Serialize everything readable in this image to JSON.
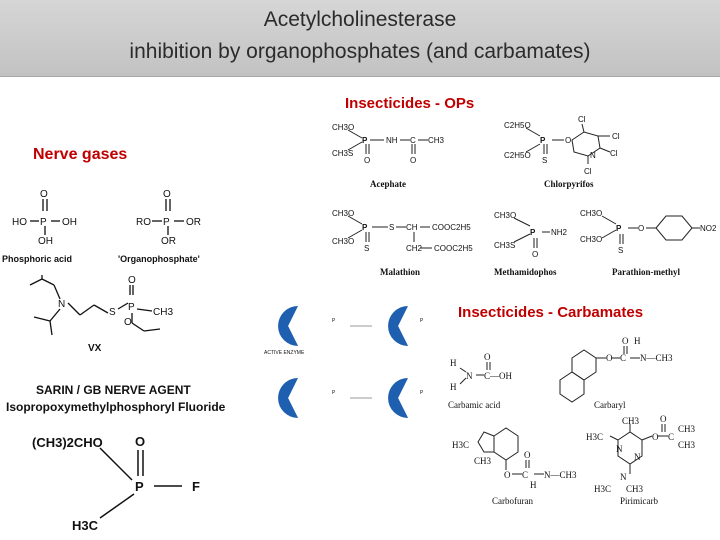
{
  "title": {
    "line1": "Acetylcholinesterase",
    "line2": "inhibition by organophosphates (and carbamates)"
  },
  "sections": {
    "ops": "Insecticides - OPs",
    "nerve": "Nerve gases",
    "carbamates": "Insecticides - Carbamates"
  },
  "compounds": {
    "phosphoric_acid": "Phosphoric acid",
    "organophosphate": "'Organophosphate'",
    "vx": "VX",
    "sarin_line1": "SARIN / GB NERVE AGENT",
    "sarin_line2": "Isopropoxymethylphosphoryl Fluoride",
    "acephate": "Acephate",
    "chlorpyrifos": "Chlorpyrifos",
    "malathion": "Malathion",
    "methamidophos": "Methamidophos",
    "parathion_methyl": "Parathion-methyl",
    "carbamic_acid": "Carbamic acid",
    "carbaryl": "Carbaryl",
    "carbofuran": "Carbofuran",
    "pirimicarb": "Pirimicarb"
  },
  "atoms": {
    "O": "O",
    "P": "P",
    "S": "S",
    "N": "N",
    "F": "F",
    "H": "H",
    "Cl": "Cl",
    "OH": "OH",
    "HO": "HO",
    "RO": "RO",
    "OR": "OR",
    "CH3": "CH3",
    "NH2": "NH2",
    "NO2": "NO2",
    "CH3O": "CH3O",
    "CH3S": "CH3S",
    "C2H5O": "C2H5O",
    "H3C": "H3C",
    "CH32CHO": "(CH3)2CHO",
    "NH": "NH",
    "C": "C",
    "CH": "CH",
    "CH2": "CH2",
    "COOC2H5": "COOC2H5",
    "N_CH3": "N—CH3",
    "C_OH": "C—OH"
  },
  "enzyme": {
    "active_enzyme": "ACTIVE ENZYME"
  }
}
